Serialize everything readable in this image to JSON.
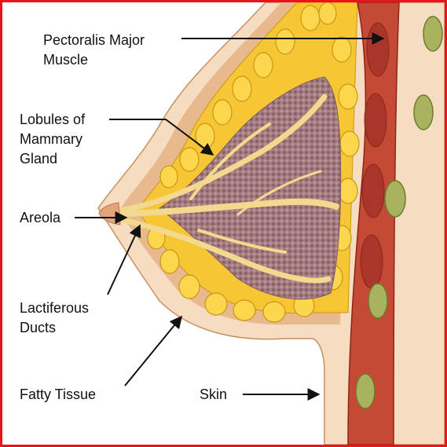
{
  "labels": {
    "pectoralis": [
      "Pectoralis Major",
      "Muscle"
    ],
    "lobules": [
      "Lobules of",
      "Mammary",
      "Gland"
    ],
    "areola": [
      "Areola"
    ],
    "ducts": [
      "Lactiferous",
      "Ducts"
    ],
    "fatty": [
      "Fatty Tissue"
    ],
    "skin": [
      "Skin"
    ]
  },
  "colors": {
    "frame": "#e8141b",
    "skin": "#f6dcc0",
    "dermis": "#e9b98e",
    "fat": "#f7c634",
    "fat_outline": "#c99614",
    "gland": "#a37d80",
    "gland_dots": "#7f5860",
    "stroma": "#f2d98e",
    "muscle": "#c44a35",
    "muscle_dark": "#8f2418",
    "rib": "#a9b35e",
    "arrow": "#111111"
  }
}
